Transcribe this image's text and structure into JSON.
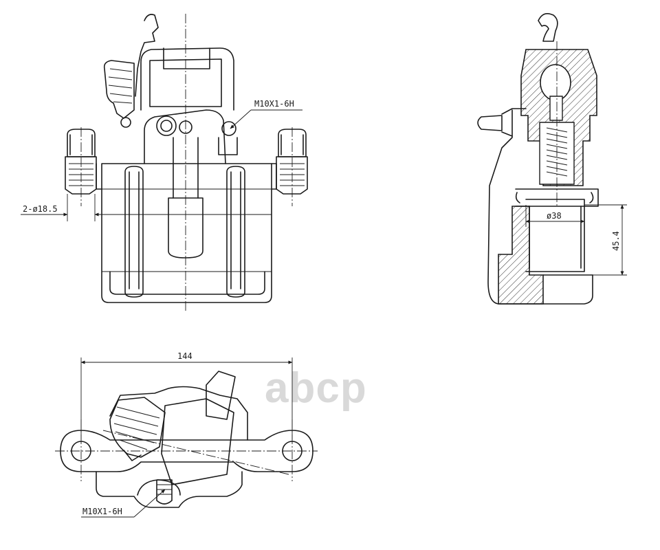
{
  "drawing": {
    "callouts": {
      "thread_front": "M10X1-6H",
      "thread_bottom": "M10X1-6H",
      "guide_holes": "2-ø18.5",
      "piston_diameter": "ø38",
      "piston_height": "45.4",
      "overall_width": "144"
    },
    "watermark": "abcp"
  },
  "colors": {
    "line": "#1a1a1a",
    "watermark": "#d9d9d9",
    "background": "#ffffff"
  }
}
